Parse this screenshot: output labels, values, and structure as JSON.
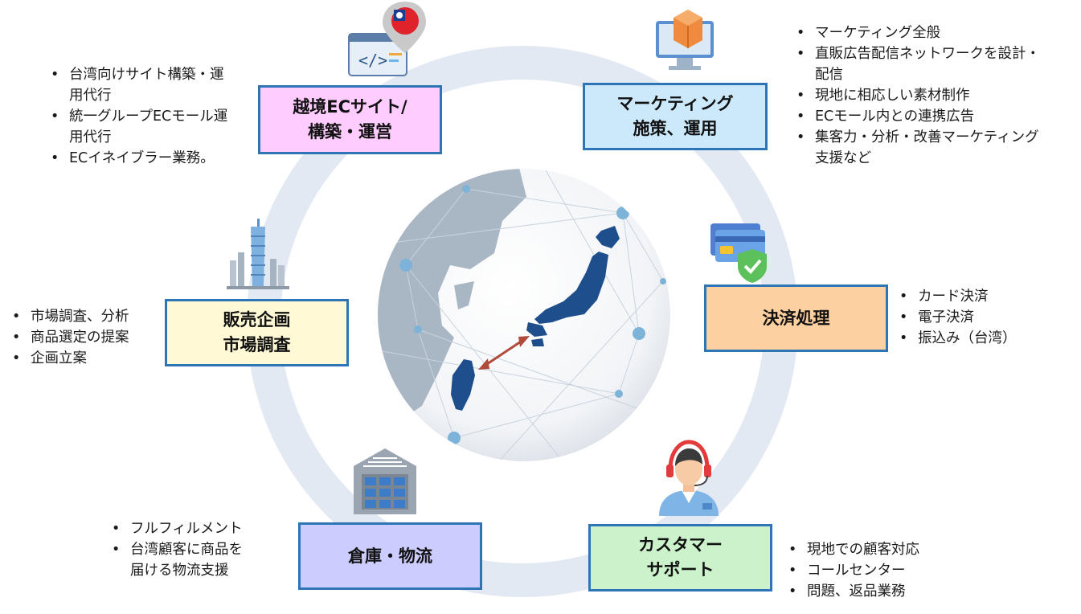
{
  "services": {
    "ec_site": {
      "title_lines": [
        "越境ECサイト/",
        "構築・運営"
      ],
      "bullets": [
        "台湾向けサイト構築・運",
        "用代行",
        "統一グループECモール運",
        "用代行",
        "ECイネイブラー業務。"
      ],
      "color": "#ffccff"
    },
    "marketing": {
      "title_lines": [
        "マーケティング",
        "施策、運用"
      ],
      "bullets": [
        "マーケティング全般",
        "直販広告配信ネットワークを設計・",
        "配信",
        "現地に相応しい素材制作",
        "ECモール内との連携広告",
        "集客力・分析・改善マーケティング",
        "支援など"
      ],
      "color": "#cce9fb"
    },
    "payment": {
      "title_lines": [
        "決済処理"
      ],
      "bullets": [
        "カード決済",
        "電子決済",
        "振込み（台湾）"
      ],
      "color": "#fcd0a0"
    },
    "planning": {
      "title_lines": [
        "販売企画",
        "市場調査"
      ],
      "bullets": [
        "市場調査、分析",
        "商品選定の提案",
        "企画立案"
      ],
      "color": "#fffad5"
    },
    "warehouse": {
      "title_lines": [
        "倉庫・物流"
      ],
      "bullets": [
        "フルフィルメント",
        "台湾顧客に商品を",
        "届ける物流支援"
      ],
      "color": "#ccccff"
    },
    "support": {
      "title_lines": [
        "カスタマー",
        "サポート"
      ],
      "bullets": [
        "現地での顧客対応",
        "コールセンター",
        "問題、返品業務"
      ],
      "color": "#ccf2cc"
    }
  },
  "icons": {
    "ec_site": "web-code-pin-icon",
    "marketing": "monitor-package-icon",
    "payment": "credit-card-shield-icon",
    "planning": "skyline-tower-icon",
    "warehouse": "warehouse-icon",
    "support": "operator-headset-icon",
    "center": "globe-japan-taiwan-icon"
  },
  "colors": {
    "ring": "#e2e9f3",
    "box_border": "#2e75b6",
    "map_land": "#1f4e8c",
    "arrow": "#b04a3a"
  }
}
